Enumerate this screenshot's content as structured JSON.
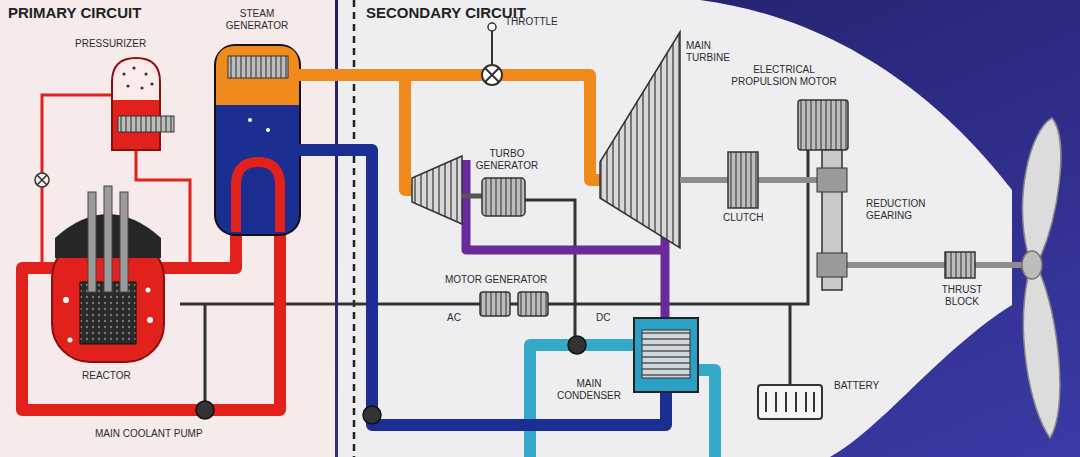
{
  "diagram": {
    "nodes": [
      {
        "text": [
          "PRIMARY CIRCUIT"
        ]
      },
      {
        "text": [
          "SECONDARY CIRCUIT"
        ]
      }
    ],
    "labels": [
      "PRESSURIZER",
      "STEAM GENERATOR",
      "THROTTLE",
      "MAIN TURBINE",
      "ELECTRICAL PROPULSION MOTOR",
      "TURBO GENERATOR",
      "CLUTCH",
      "REDUCTION GEARING",
      "MOTOR GENERATOR",
      "AC",
      "DC",
      "THRUST BLOCK",
      "BATTERY",
      "MAIN CONDENSER",
      "REACTOR",
      "MAIN COOLANT PUMP"
    ]
  }
}
